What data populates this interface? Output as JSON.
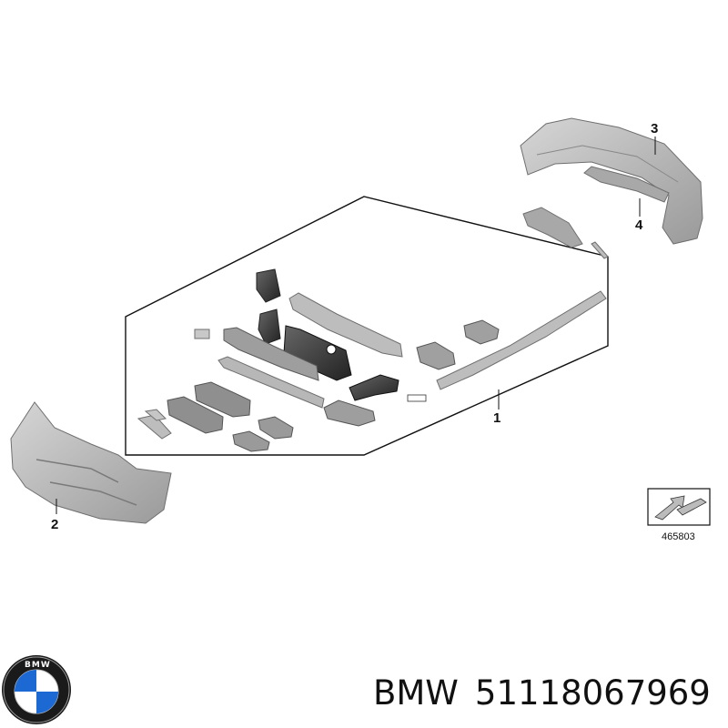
{
  "callouts": {
    "c1": "1",
    "c2": "2",
    "c3": "3",
    "c4": "4"
  },
  "reference_number": "465803",
  "brand": {
    "name": "BMW",
    "part_number": "51118067969",
    "logo_letters": "BMW"
  },
  "colors": {
    "part_fill": "#b9b9b9",
    "part_stroke": "#6f6f6f",
    "dark_part": "#3a3a3a",
    "frame_line": "#111111",
    "logo_blue": "#1c69d4",
    "logo_ring": "#1a1a1a"
  },
  "icons": {
    "logo": "bmw-roundel-logo",
    "reference": "arrow-box-icon"
  }
}
